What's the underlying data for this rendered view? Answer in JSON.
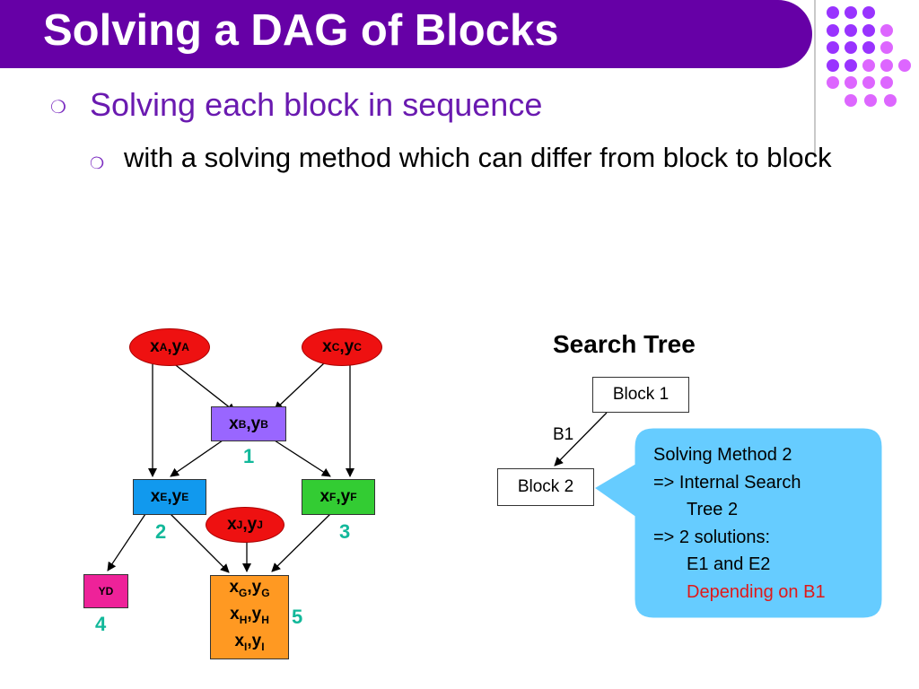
{
  "title": "Solving a DAG of Blocks",
  "bullets": {
    "level1": "Solving each block in sequence",
    "level2": "with a solving method which can differ from block to block"
  },
  "dag": {
    "nodes": {
      "A": {
        "x": "x",
        "xs": "A",
        "y": "y",
        "ys": "A"
      },
      "C": {
        "x": "x",
        "xs": "C",
        "y": "y",
        "ys": "C"
      },
      "B": {
        "x": "x",
        "xs": "B",
        "y": "y",
        "ys": "B"
      },
      "E": {
        "x": "x",
        "xs": "E",
        "y": "y",
        "ys": "E"
      },
      "F": {
        "x": "x",
        "xs": "F",
        "y": "y",
        "ys": "F"
      },
      "J": {
        "x": "x",
        "xs": "J",
        "y": "y",
        "ys": "J"
      },
      "YD": "YD",
      "GHI": [
        {
          "x": "x",
          "xs": "G",
          "y": "y",
          "ys": "G"
        },
        {
          "x": "x",
          "xs": "H",
          "y": "y",
          "ys": "H"
        },
        {
          "x": "x",
          "xs": "I",
          "y": "y",
          "ys": "I"
        }
      ]
    },
    "block_numbers": [
      "1",
      "2",
      "3",
      "4",
      "5"
    ],
    "colors": {
      "ellipse": "#ee1111",
      "B": "#9966ff",
      "E": "#1199ee",
      "F": "#33cc33",
      "YD": "#ee2299",
      "GHI": "#ff9922",
      "number": "#12b89a"
    }
  },
  "search_tree": {
    "label": "Search Tree",
    "block1": "Block 1",
    "block2": "Block 2",
    "edge_label": "B1"
  },
  "callout": {
    "lines": [
      "Solving Method 2",
      "=> Internal Search",
      "Tree 2",
      "=> 2 solutions:",
      "E1 and E2"
    ],
    "highlight": "Depending on B1",
    "fill": "#66ccff",
    "highlight_color": "#e01818"
  },
  "theme": {
    "title_bar": "#6600a6",
    "dots_purple": "#9933ff",
    "dots_pink": "#dd66ff"
  }
}
